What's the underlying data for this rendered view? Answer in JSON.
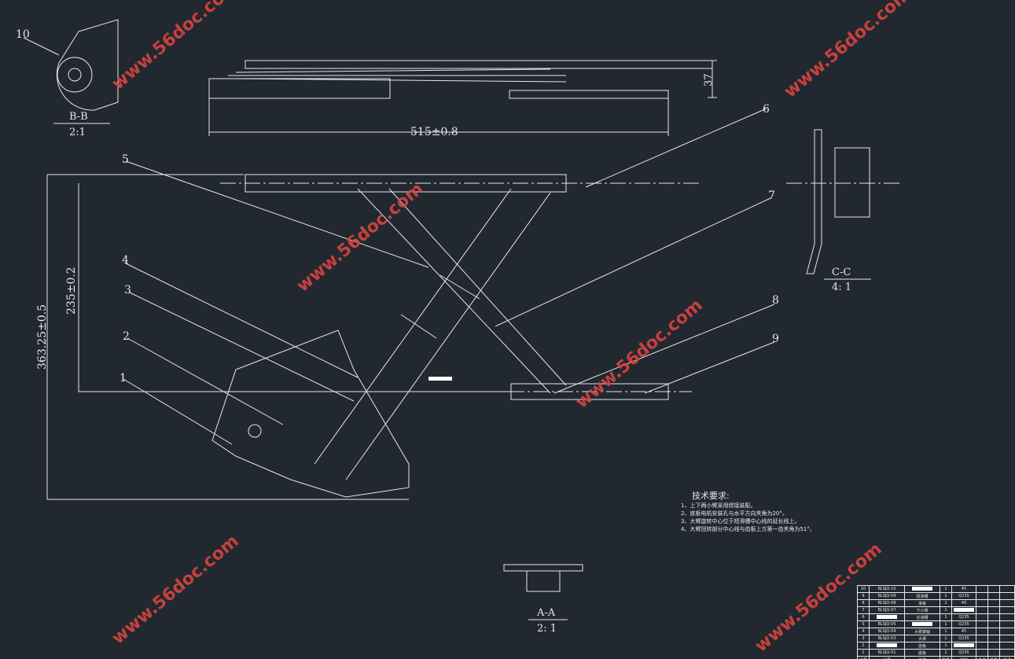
{
  "dimensions": {
    "length": "515±0.8",
    "height": "37",
    "arm_offset": "235±0.2",
    "total_height": "363.25±0.5"
  },
  "part_labels": [
    "1",
    "2",
    "3",
    "4",
    "5",
    "6",
    "7",
    "8",
    "9",
    "10"
  ],
  "views": {
    "bb": {
      "name": "B-B",
      "scale": "2:1"
    },
    "cc": {
      "name": "C-C",
      "scale": "4: 1"
    },
    "aa": {
      "name": "A-A",
      "scale": "2: 1"
    }
  },
  "watermark": "www.56doc.com",
  "tech_requirements": {
    "title": "技术要求:",
    "items": [
      "1、上下两小臂采用焊接装配。",
      "2、底板电机安装孔与水平方向夹角为20°。",
      "3、大臂旋转中心位于短滑槽中心线的延长线上。",
      "4、大臂扭转部分中心线与齿板上方第一齿夹角为51°。"
    ]
  },
  "bom": {
    "rows": [
      {
        "no": "10",
        "code": "BLSJQ-10",
        "name": "",
        "qty": "1",
        "material": "45"
      },
      {
        "no": "9",
        "code": "BLSJQ-09",
        "name": "短滑槽",
        "qty": "1",
        "material": "Q235"
      },
      {
        "no": "8",
        "code": "BLSJQ-08",
        "name": "滑板",
        "qty": "2",
        "material": "40"
      },
      {
        "no": "7",
        "code": "BLSJQ-07",
        "name": "下小臂",
        "qty": "1",
        "material": ""
      },
      {
        "no": "6",
        "code": "",
        "name": "长滑槽",
        "qty": "1",
        "material": "Q235"
      },
      {
        "no": "5",
        "code": "BLSJQ-05",
        "name": "",
        "qty": "1",
        "material": "Q235"
      },
      {
        "no": "4",
        "code": "BLSJQ-04",
        "name": "大臂铆轴",
        "qty": "1",
        "material": "45"
      },
      {
        "no": "3",
        "code": "BLSJQ-03",
        "name": "大臂",
        "qty": "1",
        "material": "Q235"
      },
      {
        "no": "2",
        "code": "",
        "name": "齿板",
        "qty": "1",
        "material": ""
      },
      {
        "no": "1",
        "code": "BLSJQ-01",
        "name": "底板",
        "qty": "1",
        "material": "Q235"
      }
    ],
    "headers": {
      "no": "序号",
      "code": "代号",
      "name": "名称",
      "qty": "数量",
      "material": "材料",
      "unit": "单件",
      "total": "总重",
      "remark": "备注"
    }
  }
}
